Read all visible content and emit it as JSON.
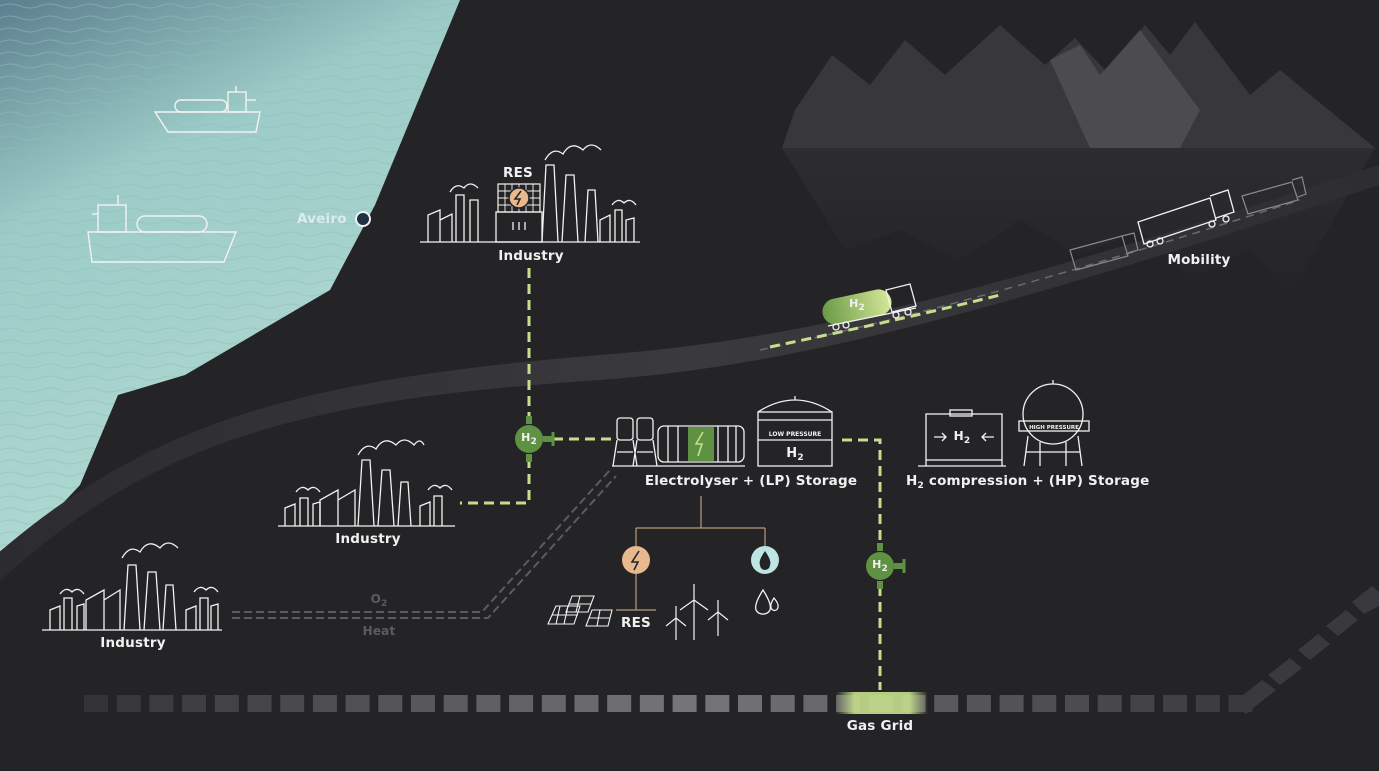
{
  "labels": {
    "aveiro": "Aveiro",
    "res_top": "RES",
    "industry_top": "Industry",
    "industry_mid": "Industry",
    "industry_bottom": "Industry",
    "mobility": "Mobility",
    "electrolyser": "Electrolyser + (LP) Storage",
    "h2_comp_prefix": "H",
    "h2_comp_sub": "2",
    "h2_comp_rest": " compression + (HP) Storage",
    "res_bottom": "RES",
    "o2_main": "O",
    "o2_sub": "2",
    "heat": "Heat",
    "gas_grid": "Gas Grid",
    "low_pressure": "LOW PRESSURE",
    "high_pressure": "HIGH PRESSURE",
    "h2_tank": "H",
    "h2_tank_sub": "2",
    "h2_valve_a": "H",
    "h2_valve_a_sub": "2",
    "h2_valve_b": "H",
    "h2_valve_b_sub": "2",
    "h2_truck": "H",
    "h2_truck_sub": "2",
    "h2_comp_icon": "H",
    "h2_comp_icon_sub": "2"
  },
  "colors": {
    "background": "#242427",
    "sea_top": "#5b7f8e",
    "sea_bottom": "#a9d4ce",
    "mountain": "#38383c",
    "mountain_light": "#545458",
    "hydrogen_green": "#c5de8c",
    "valve_green": "#5f9142",
    "line_white": "#e8e8e8",
    "heat_gray": "#5c5c60",
    "res_orange": "#e8b88e",
    "water_blue": "#bfe4e4",
    "text": "#f1f1f1"
  },
  "icons": [
    "ship-icon",
    "factory-icon",
    "solar-panel-icon",
    "wind-turbine-icon",
    "lightning-icon",
    "water-drop-icon",
    "truck-icon",
    "h2-valve-icon",
    "storage-tank-icon",
    "electrolyser-icon",
    "compressor-icon",
    "mountain-icon"
  ]
}
